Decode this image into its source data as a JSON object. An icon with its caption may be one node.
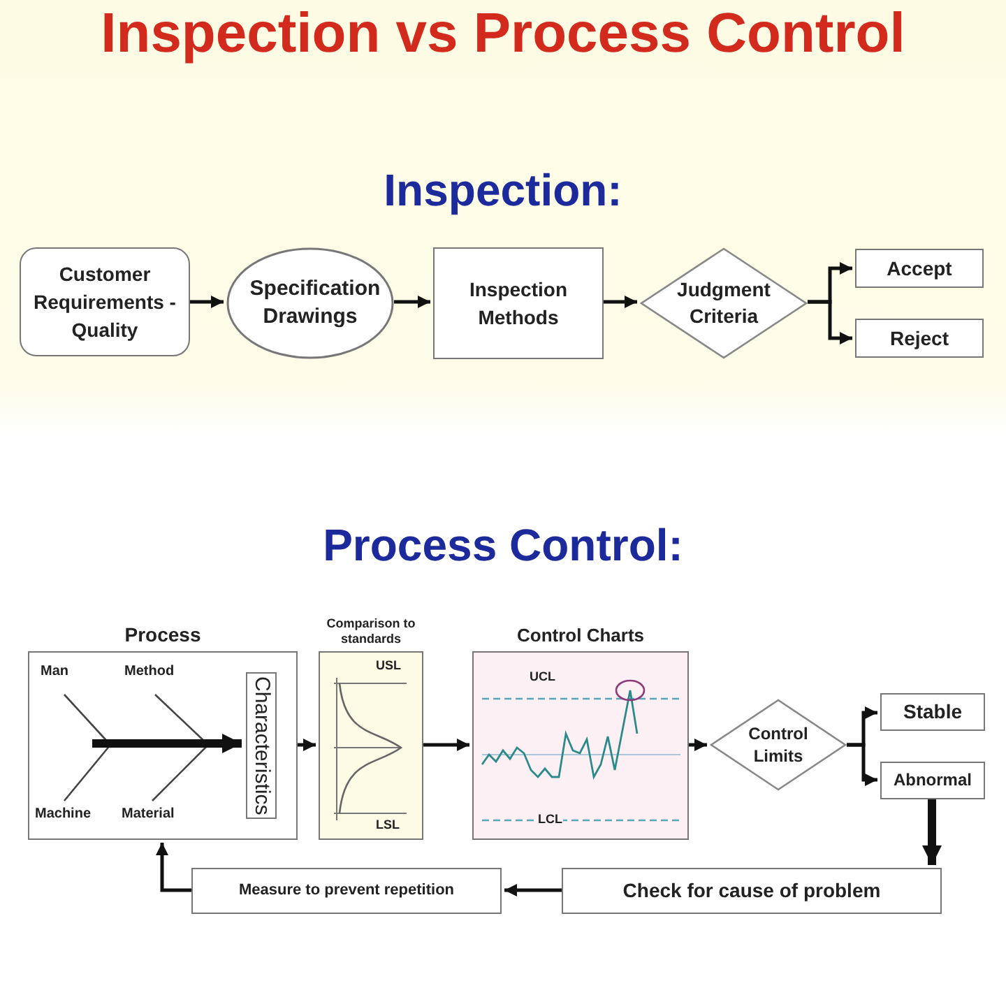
{
  "diagram": {
    "title": "Inspection vs Process Control",
    "nodes": [
      {
        "text": [
          "Customer Requirements - Quality"
        ]
      },
      {
        "text": [
          "Specification Drawings"
        ]
      },
      {
        "text": [
          "Inspection Methods"
        ]
      },
      {
        "text": [
          "Judgment Criteria"
        ]
      },
      {
        "text": [
          "Accept"
        ]
      },
      {
        "text": [
          "Reject"
        ]
      },
      {
        "text": [
          "Process",
          "Man",
          "Method",
          "Machine",
          "Material"
        ]
      },
      {
        "text": [
          "Characteristics"
        ],
        "in": 6
      },
      {
        "text": [
          "Comparison to standards",
          "USL",
          "LSL"
        ]
      },
      {
        "text": [
          "Control Charts",
          "UCL",
          "LCL"
        ]
      },
      {
        "text": [
          "Control Limits"
        ]
      },
      {
        "text": [
          "Stable"
        ]
      },
      {
        "text": [
          "Abnormal"
        ]
      },
      {
        "text": [
          "Check for cause of problem"
        ]
      },
      {
        "text": [
          "Measure to prevent repetition"
        ]
      }
    ],
    "edges": [
      {
        "from": 0,
        "to": 1,
        "arrow": "to"
      },
      {
        "from": 1,
        "to": 2,
        "arrow": "to"
      },
      {
        "from": 2,
        "to": 3,
        "arrow": "to"
      },
      {
        "from": 3,
        "to": 4,
        "arrow": "to"
      },
      {
        "from": 3,
        "to": 5,
        "arrow": "to"
      },
      {
        "from": 6,
        "to": 8,
        "arrow": "to"
      },
      {
        "from": 8,
        "to": 9,
        "arrow": "to"
      },
      {
        "from": 9,
        "to": 10,
        "arrow": "to"
      },
      {
        "from": 10,
        "to": 11,
        "arrow": "to"
      },
      {
        "from": 10,
        "to": 12,
        "arrow": "to"
      },
      {
        "from": 12,
        "to": 13,
        "arrow": "to",
        "style": "thick"
      },
      {
        "from": 13,
        "to": 14,
        "arrow": "to"
      },
      {
        "from": 14,
        "to": 6,
        "arrow": "to"
      },
      {
        "from": null,
        "to": 7,
        "arrow": "to",
        "style": "thick"
      }
    ],
    "labels": [
      "Inspection:",
      "Process Control:"
    ]
  }
}
